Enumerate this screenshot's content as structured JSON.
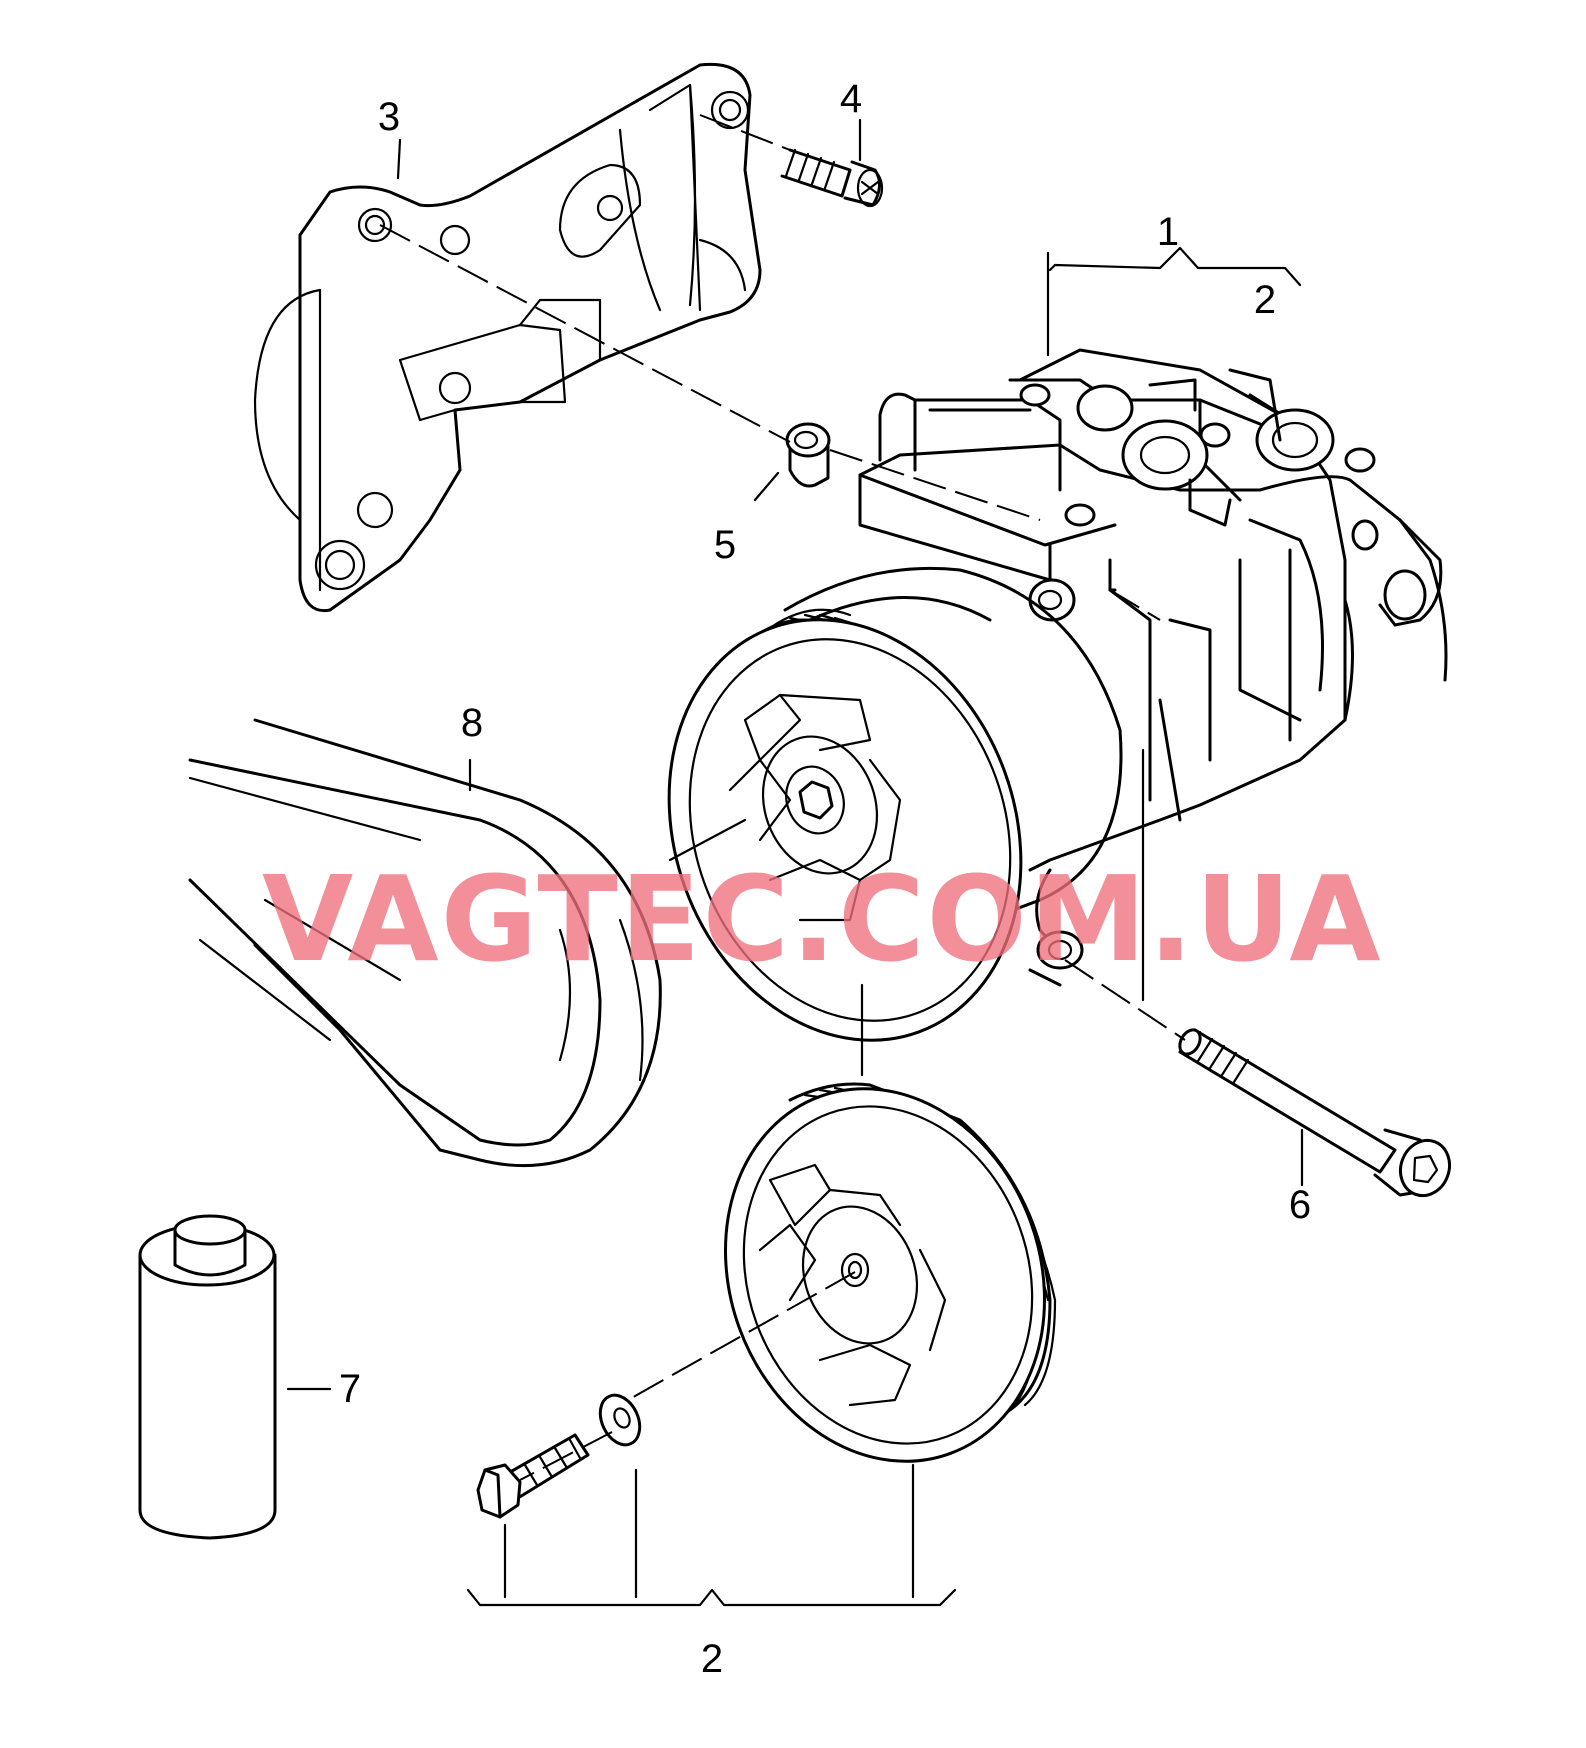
{
  "callouts": {
    "c1": "1",
    "c2_top": "2",
    "c2_bottom": "2",
    "c3": "3",
    "c4": "4",
    "c5": "5",
    "c6": "6",
    "c7": "7",
    "c8": "8"
  },
  "watermark": "VAGTEC.COM.UA",
  "colors": {
    "lines": "#000000",
    "watermark": "#f0707c",
    "background": "#ffffff"
  }
}
